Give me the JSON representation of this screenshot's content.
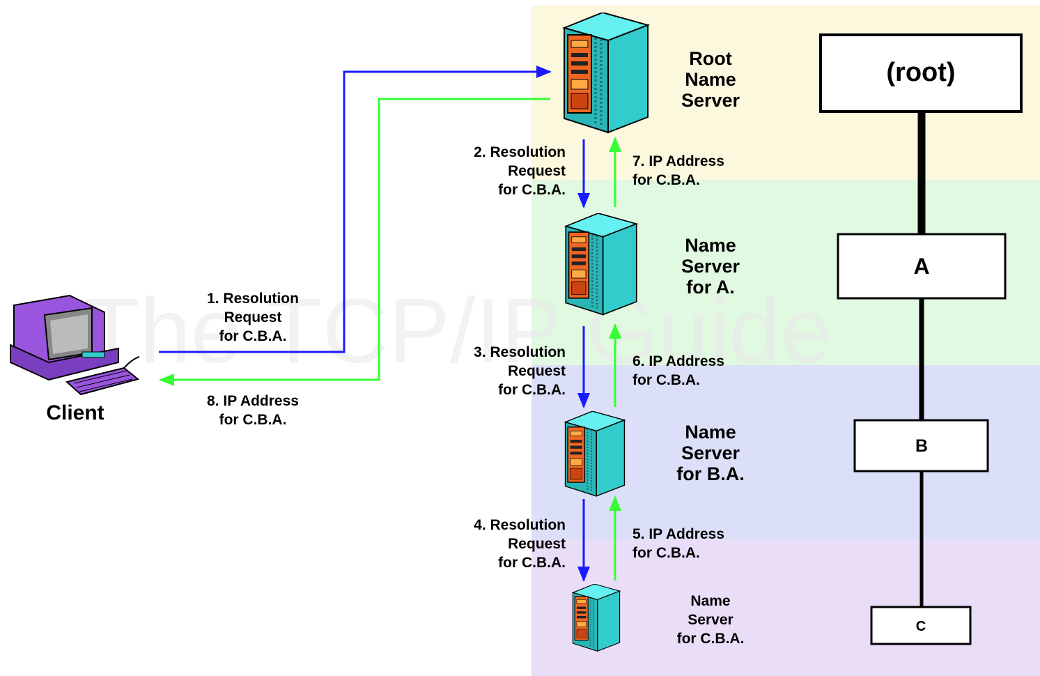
{
  "watermark": "The TCP/IP Guide",
  "client_label": "Client",
  "servers": {
    "root": [
      "Root",
      "Name",
      "Server"
    ],
    "a": [
      "Name",
      "Server",
      "for A."
    ],
    "ba": [
      "Name",
      "Server",
      "for B.A."
    ],
    "cba": [
      "Name",
      "Server",
      "for C.B.A."
    ]
  },
  "hierarchy": {
    "root": "(root)",
    "a": "A",
    "b": "B",
    "c": "C"
  },
  "steps": {
    "s1": [
      "1. Resolution",
      "Request",
      "for C.B.A."
    ],
    "s2": [
      "2. Resolution",
      "Request",
      "for C.B.A."
    ],
    "s3": [
      "3. Resolution",
      "Request",
      "for C.B.A."
    ],
    "s4": [
      "4. Resolution",
      "Request",
      "for C.B.A."
    ],
    "s5": [
      "5. IP Address",
      "for C.B.A."
    ],
    "s6": [
      "6. IP Address",
      "for C.B.A."
    ],
    "s7": [
      "7. IP Address",
      "for C.B.A."
    ],
    "s8": [
      "8. IP Address",
      "for C.B.A."
    ]
  },
  "colors": {
    "request_arrow": "#1a1aff",
    "response_arrow": "#33ff33",
    "band_root": "#fcf8de",
    "band_a": "#e1f8e1",
    "band_ba": "#dcdff8",
    "band_cba": "#e9ddf8",
    "server_cyan": "#33cccc",
    "server_orange": "#ee6622",
    "client_purple": "#8844cc"
  }
}
